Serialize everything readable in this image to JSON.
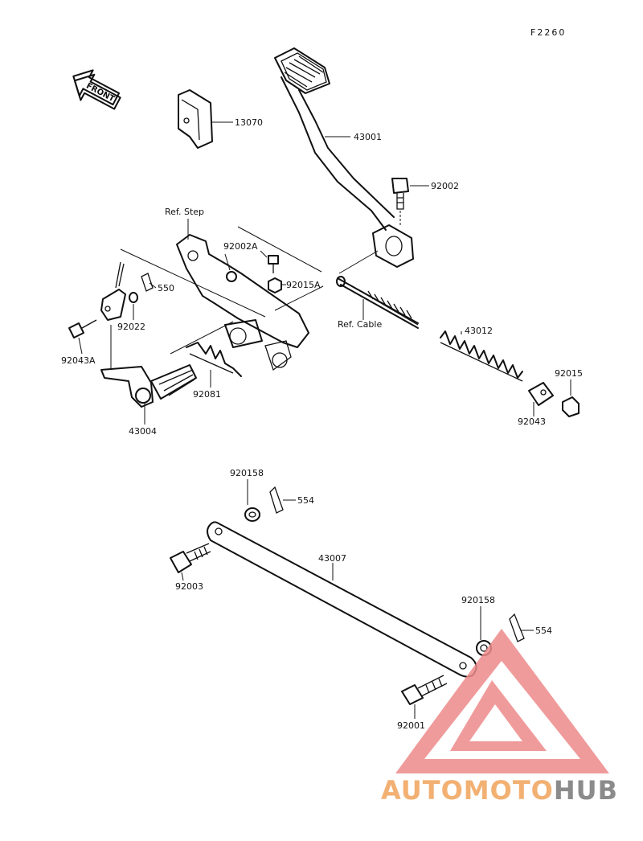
{
  "figure_code": "F2260",
  "front_label": "FRONT",
  "reference_labels": {
    "ref_step": "Ref. Step",
    "ref_cable": "Ref. Cable"
  },
  "part_numbers": {
    "p13070": "13070",
    "p43001": "43001",
    "p92002": "92002",
    "p92002A": "92002A",
    "p92015A": "92015A",
    "p550": "550",
    "p92022": "92022",
    "p92043A": "92043A",
    "p92081": "92081",
    "p43004": "43004",
    "p43012": "43012",
    "p92015": "92015",
    "p92043": "92043",
    "p920158_top": "920158",
    "p554_top": "554",
    "p92003": "92003",
    "p43007": "43007",
    "p920158_bottom": "920158",
    "p554_bottom": "554",
    "p92001": "92001"
  },
  "watermark": {
    "part1": "AUTOMOTO",
    "part2": "HUB",
    "color_light": "#f6b45a",
    "color_red": "#ee6a6a",
    "color_dark": "#7a7a7a"
  }
}
